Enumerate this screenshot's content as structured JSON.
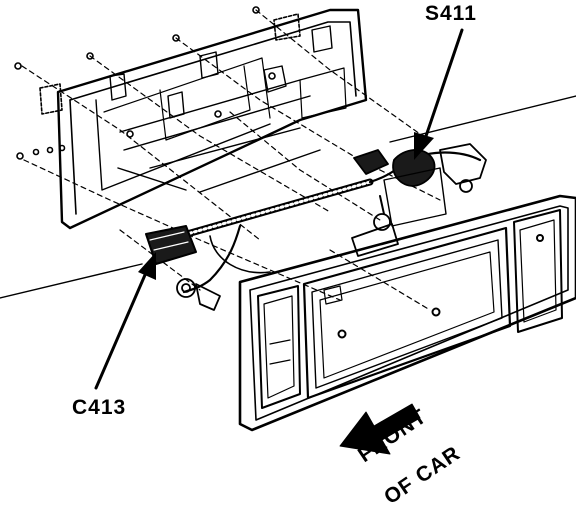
{
  "labels": {
    "splice": "S411",
    "connector": "C413",
    "front_line1": "FRONT",
    "front_line2": "OF CAR"
  }
}
